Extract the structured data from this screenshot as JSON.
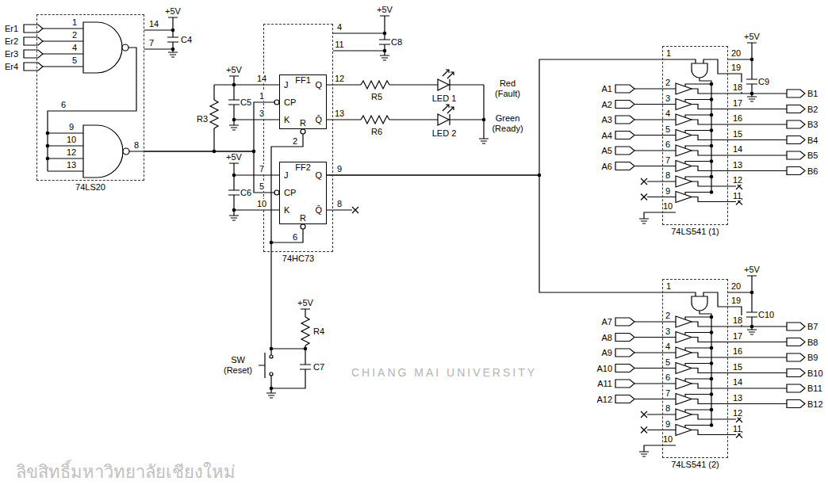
{
  "diagram": {
    "nodes": [
      {
        "text": [
          "74LS20"
        ]
      },
      {
        "text": [
          "74HC73"
        ]
      },
      {
        "text": [
          "FF1"
        ],
        "in": 1
      },
      {
        "text": [
          "FF2"
        ],
        "in": 1
      },
      {
        "text": [
          "74LS541 (1)"
        ]
      },
      {
        "text": [
          "74LS541 (2)"
        ]
      }
    ],
    "edges": [
      {
        "from": 0,
        "to": 2,
        "arrow": "none"
      },
      {
        "from": 0,
        "to": 3,
        "arrow": "none"
      },
      {
        "from": 3,
        "to": 4,
        "arrow": "none"
      },
      {
        "from": 3,
        "to": 5,
        "arrow": "none"
      }
    ],
    "labels": [
      "Er1",
      "Er2",
      "Er3",
      "Er4",
      "1",
      "2",
      "4",
      "5",
      "14",
      "7",
      "+5V",
      "C4",
      "6",
      "9",
      "10",
      "12",
      "13",
      "8",
      "+5V",
      "R3",
      "C5",
      "14",
      "1",
      "3",
      "J",
      "CP",
      "K",
      "Q",
      "Q̄",
      "R",
      "2",
      "+5V",
      "C6",
      "7",
      "5",
      "10",
      "J",
      "CP",
      "K",
      "Q",
      "Q̄",
      "R",
      "6",
      "12",
      "13",
      "9",
      "8",
      "+5V",
      "4",
      "11",
      "C8",
      "R5",
      "LED 1",
      "Red (Fault)",
      "R6",
      "LED 2",
      "Green (Ready)",
      "+5V",
      "R4",
      "C7",
      "SW (Reset)",
      "CHIANG MAI UNIVERSITY",
      "ลิขสิทธิ์มหาวิทยาลัยเชียงใหม่",
      "1",
      "20",
      "19",
      "+5V",
      "C9",
      "A1",
      "A2",
      "A3",
      "A4",
      "A5",
      "A6",
      "2",
      "3",
      "4",
      "5",
      "6",
      "7",
      "8",
      "9",
      "10",
      "18",
      "17",
      "16",
      "15",
      "14",
      "13",
      "12",
      "11",
      "B1",
      "B2",
      "B3",
      "B4",
      "B5",
      "B6",
      "1",
      "20",
      "19",
      "+5V",
      "C10",
      "A7",
      "A8",
      "A9",
      "A10",
      "A11",
      "A12",
      "2",
      "3",
      "4",
      "5",
      "6",
      "7",
      "8",
      "9",
      "10",
      "18",
      "17",
      "16",
      "15",
      "14",
      "13",
      "12",
      "11",
      "B7",
      "B8",
      "B9",
      "B10",
      "B11",
      "B12"
    ]
  }
}
